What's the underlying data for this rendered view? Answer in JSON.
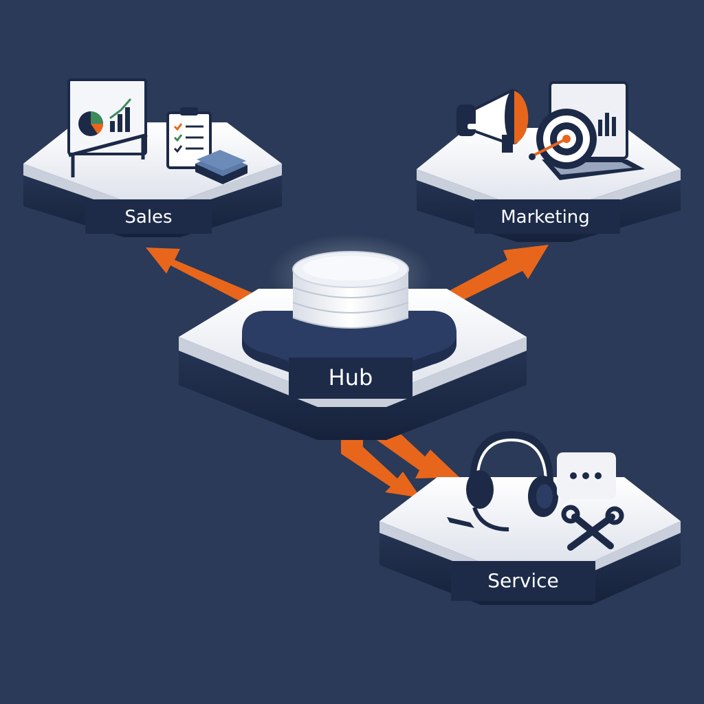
{
  "diagram": {
    "hub": {
      "label": "Hub"
    },
    "nodes": [
      {
        "id": "sales",
        "label": "Sales"
      },
      {
        "id": "marketing",
        "label": "Marketing"
      },
      {
        "id": "service",
        "label": "Service"
      }
    ],
    "connections": [
      {
        "from": "hub",
        "to": "sales"
      },
      {
        "from": "hub",
        "to": "marketing"
      },
      {
        "from": "hub",
        "to": "service"
      },
      {
        "from": "hub",
        "to": "service"
      }
    ]
  },
  "colors": {
    "background": "#2a3a58",
    "platform_top": "#eef0f5",
    "platform_side": "#1c2a47",
    "label_plate": "#1d2b49",
    "arrow": "#e8661b",
    "accent_green": "#3d8a5c",
    "accent_blue": "#5a7aa8"
  }
}
